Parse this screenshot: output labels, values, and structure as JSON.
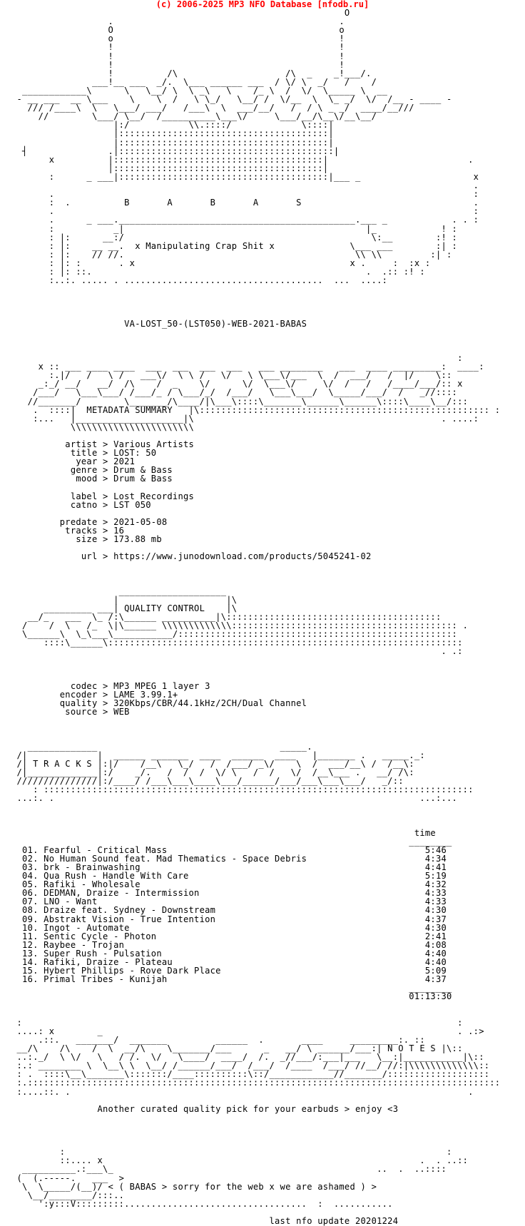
{
  "header": "(c) 2006-2025 MP3 NFO Database [nfodb.ru]",
  "accent": "#ff0000",
  "lines": [
    "                                                              O",
    "                  .                                          .",
    "                  O                                          o",
    "                  o                                          !",
    "                  !                                          !",
    "                  !                                          !",
    "                  !                                          !",
    "                  !          /\\                    /\\  _    _!___/.",
    "               ___!__ ___  _/.  \\___ ______ ___  / \\/ \\  _/   /    /",
    "  ____________\\      \\   \\__/ \\  \\ _\\   \\    /_ \\  /  \\/  \\_____ \\  __",
    " - __ ___  __ \\___    \\    \\  /   \\ \\_/   \\__/ /  \\/__  \\  \\_ _/  \\/  /__ - ____ -",
    "   /// /____\\  \\   \\___/ ___/   /___\\  \\  ___/__/   /  / \\ _ _/  ____/__/// ",
    "     //        \\___/ \\__/  /__________\\___\\/     \\___/__/\\__\\/__\\__/ ",
    "                   |:/           \\\\.::::/             \\::::|",
    "                   |:::::::::::::::::::::::::::::::::::::::|",
    "                   |:::::::::::::::::::::::::::::::::::::::|",
    "  ┤               .|::::::::::::::::::::::::::::::::::::::::|",
    "       x          |:::::::::::::::::::::::::::::::::::::::|                          .",
    "                  |:::::::::::::::::::::::::::::::::::::::|",
    "       :      _ ___|:::::::::::::::::::::::::::::::::::::::|___ _                     x",
    "                                                                                      .",
    "       .                                                                              :",
    "       :  .          B       A       B       A       S                                .",
    "       .                                                                              :",
    "       .      _ ___.____________________________________________.___ _            . . :",
    "       :           _|                                             |_            ! :",
    "       : |:      __:/                                              \\:__        :! :",
    "       : |:    __ __.  x Manipulating Crap Shit x              \\___ ___        :| :",
    "       : |:    // //.                                           \\\\ \\\\         :| :",
    "       : |: :       . x                                        x .     :  :x :",
    "       : |: ::.                                                   .  .:: :! :",
    "       :..:. ..... . .....................................  ...  ....:",
    "",
    "",
    "",
    "",
    "                     VA-LOST_50-(LST050)-WEB-2021-BABAS",
    "",
    "",
    "",
    "                                                                                   :",
    "     x :: ___ ____ ____  ___  ___  ___  ___   ___ ________   ___  ____ _________:  ____:",
    "       :.|/   /   \\ /   ___\\/  \\ \\ /   \\/   \\ \\___\\/___  \\  /  ___/   /  |/    \\::",
    "     _:_/ __/   __/  /\\    /  _    \\/      \\/  \\___\\/     \\/  /   /   /____/___/:: x",
    "    /___/   \\___\\___/ /___/_ / \\___/_/  /___/   \\___\\___/  \\_____/___/  /   _//::::",
    "   //_______/        \\_______/\\____/|\\___\\::::\\_______\\______\\______\\::::\\____\\__/:::",
    "    .  ::::|  METADATA SUMMARY   |\\:::::::::::::::::::::::::::::::::::::::::::::::::::::: :",
    "    :...   |____________________|\\                                              . ....:",
    "           \\\\\\\\\\\\\\\\\\\\\\\\\\\\\\\\\\\\\\\\\\\\\\",
    "",
    "          artist > Various Artists",
    "           title > LOST: 50",
    "            year > 2021",
    "           genre > Drum & Bass",
    "            mood > Drum & Bass",
    "",
    "           label > Lost Recordings",
    "           catno > LST 050",
    "",
    "         predate > 2021-05-08",
    "          tracks > 16",
    "            size > 173.88 mb",
    "",
    "             url > https://www.junodownload.com/products/5045241-02",
    "",
    "",
    "",
    "                    ____________________",
    "                   |                    |\\",
    "      _________ ___| QUALITY CONTROL    |\\",
    "   __/_   ___  \\_ /:\\______ __________|\\::::::::::::::::::::::::::::::::::::::::",
    "  /    /  \\   /_  \\|\\______ \\\\\\\\\\\\\\\\\\\\\\\\\\:::::::::::::::::::::::::::::::::::::::::: .",
    "  \\______\\  \\_\\___\\___________/::::::::::::::::::::::::::::::::::::::::::::::::::::",
    "      ::::\\______\\::::::::::::::::::::::::::::::::::::::::::::::::::::::::::::::::::",
    "                                                                                . .:",
    "",
    "",
    "",
    "           codec > MP3 MPEG 1 layer 3",
    "         encoder > LAME 3.99.1+",
    "         quality > 320Kbps/CBR/44.1kHz/2CH/Dual Channel",
    "          source > WEB",
    "",
    "",
    "",
    "   _____________                                  _____.",
    " /|             |  ______ _______  ____  ______  ____   |_______ .   _____._:",
    " /| T R A C K S |:|/    /__\\   \\_/   /  /___/ _\\/    \\  /  ___/__\\ /  /__\\:",
    " /|_____________|:/    _/.   /  /  /  \\/ \\   /  /   \\/  /__\\___ .   __/ /\\:",
    " ///////////////|:/____/ /___\\___\\____\\___/______/___/___\\___\\___/   _/::",
    "    : ::::::::::::::::::::::::::::::::::::::::::::::::::::::::::::::::::::::::::::::::",
    " ...:. .                                                                    ...:...",
    "",
    "",
    "",
    "                                                                           time",
    "                                                                          ________",
    "  01. Fearful - Critical Mass                                                5:46",
    "  02. No Human Sound feat. Mad Thematics - Space Debris                      4:34",
    "  03. brk - Brainwashing                                                     4:41",
    "  04. Qua Rush - Handle With Care                                            5:19",
    "  05. Rafiki - Wholesale                                                     4:32",
    "  06. DEDMAN, Draize - Intermission                                          4:33",
    "  07. LNO - Want                                                             4:33",
    "  08. Draize feat. Sydney - Downstream                                       4:30",
    "  09. Abstrakt Vision - True Intention                                       4:37",
    "  10. Ingot - Automate                                                       4:30",
    "  11. Sentic Cycle - Photon                                                  2:41",
    "  12. Raybee - Trojan                                                        4:08",
    "  13. Super Rush - Pulsation                                                 4:40",
    "  14. Rafiki, Draize - Plateau                                               4:40",
    "  15. Hybert Phillips - Rove Dark Place                                      5:09",
    "  16. Primal Tribes - Kunijah                                                4:37",
    "                                                                          ________",
    "                                                                          01:13:30",
    "",
    "",
    " :                                                                                 :",
    " ....: x        _                                                                  . .:>",
    "     .::.   _______/  _______         ______  .       ____     _________:. ::",
    " __/\\    /\\    /  \\  __/\\    \\_______/___      _   __/ \\ ______/___:| N O T E S |\\::",
    " ..:._/  \\ \\/   \\   / /.  \\/   \\____/  ____/  /.  _//___/:___|___   \\__:|___________|\\::",
    " :.: ________ \\  \\__\\ \\  \\__/ /______/___/  /___/  /____  /___/ //__/ //:|\\\\\\\\\\\\\\\\\\\\\\\\\\::",
    " : .  ::::\\__\\_______\\:::::::/____::::::::::\\::/____________//_______/:::::::::::::::::::",
    " :.::::::::::::::::::::::::::::::::::::::::::::::::::::::::::::::::::::::::::::::::::::::::",
    " :....::. .                                                                          .",
    "",
    "                Another curated quality pick for your earbuds > enjoy <3",
    "",
    "",
    "",
    "",
    "         :                                                                       :",
    "         ::.... x                                                           .  . ..::",
    "  __________.:___\\_                                                 ..  .  ..::::",
    " (  (.-----.   ___  >",
    "  \\  \\_____/(__)/ < ( BABAS > sorry for the web x we are ashamed ) >",
    "   \\__/________/:::..",
    "     ':y:::V:::::::::..................................  :  ...........",
    "",
    "                                                last nfo update 20201224"
  ]
}
